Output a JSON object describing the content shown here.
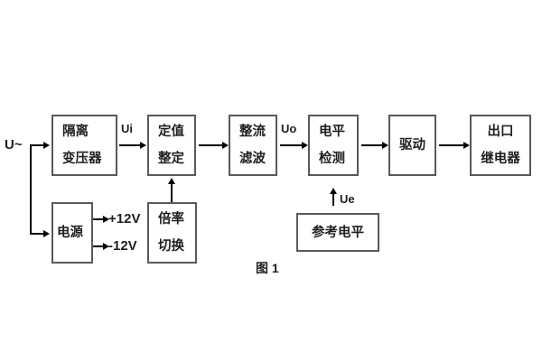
{
  "figure": {
    "caption": "图 1"
  },
  "blocks": {
    "isolation_transformer": {
      "line1": "隔离",
      "line2": "变压器"
    },
    "value_setting": {
      "line1": "定值",
      "line2": "整定"
    },
    "rectifier_filter": {
      "line1": "整流",
      "line2": "滤波"
    },
    "level_detection": {
      "line1": "电平",
      "line2": "检测"
    },
    "driver": {
      "label": "驱动"
    },
    "output_relay": {
      "line1": "出口",
      "line2": "继电器"
    },
    "power_supply": {
      "label": "电源"
    },
    "ratio_switch": {
      "line1": "倍率",
      "line2": "切换"
    },
    "reference_level": {
      "label": "参考电平"
    }
  },
  "signals": {
    "input_ac": "U~",
    "ui": "Ui",
    "uo": "Uo",
    "ue": "Ue",
    "rail_positive": "+12V",
    "rail_negative": "-12V"
  },
  "colors": {
    "background": "#ffffff",
    "box_border": "#595959",
    "text": "#1f1f1f",
    "line": "#000000"
  }
}
